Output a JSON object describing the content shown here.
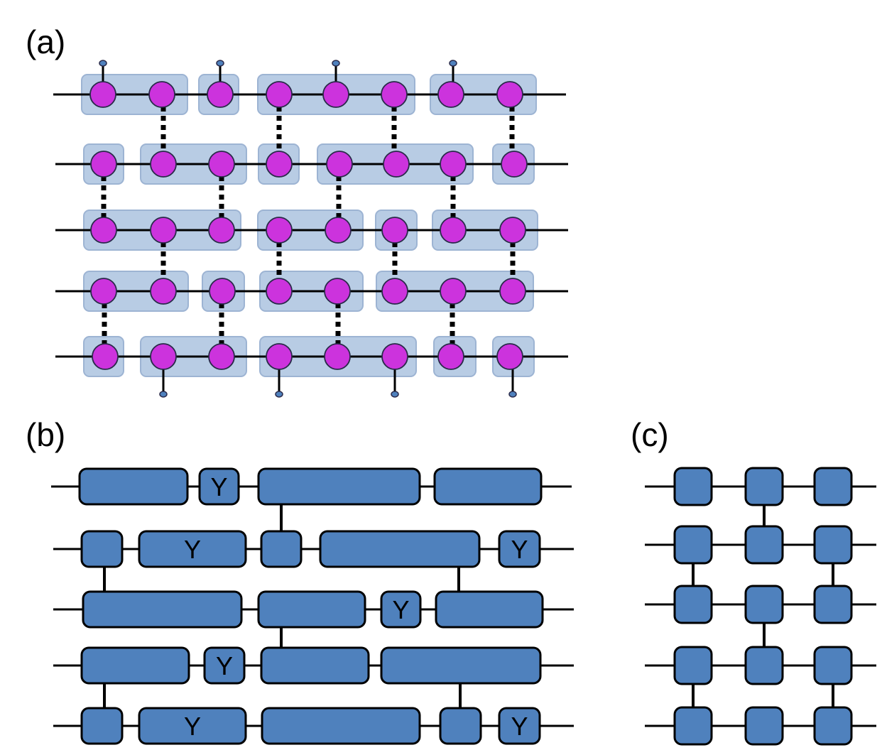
{
  "panels": {
    "a": {
      "label": "(a)"
    },
    "b": {
      "label": "(b)"
    },
    "c": {
      "label": "(c)"
    }
  },
  "block_label": "Y",
  "colors": {
    "line": "#000000",
    "node_fill": "#cc33dd",
    "node_stroke": "#2a2a4a",
    "group_fill": "#b8cce4",
    "group_stroke": "#9db4d3",
    "block_fill": "#4f81bd",
    "block_stroke": "#000000",
    "leg_fill": "#4f81bd"
  }
}
